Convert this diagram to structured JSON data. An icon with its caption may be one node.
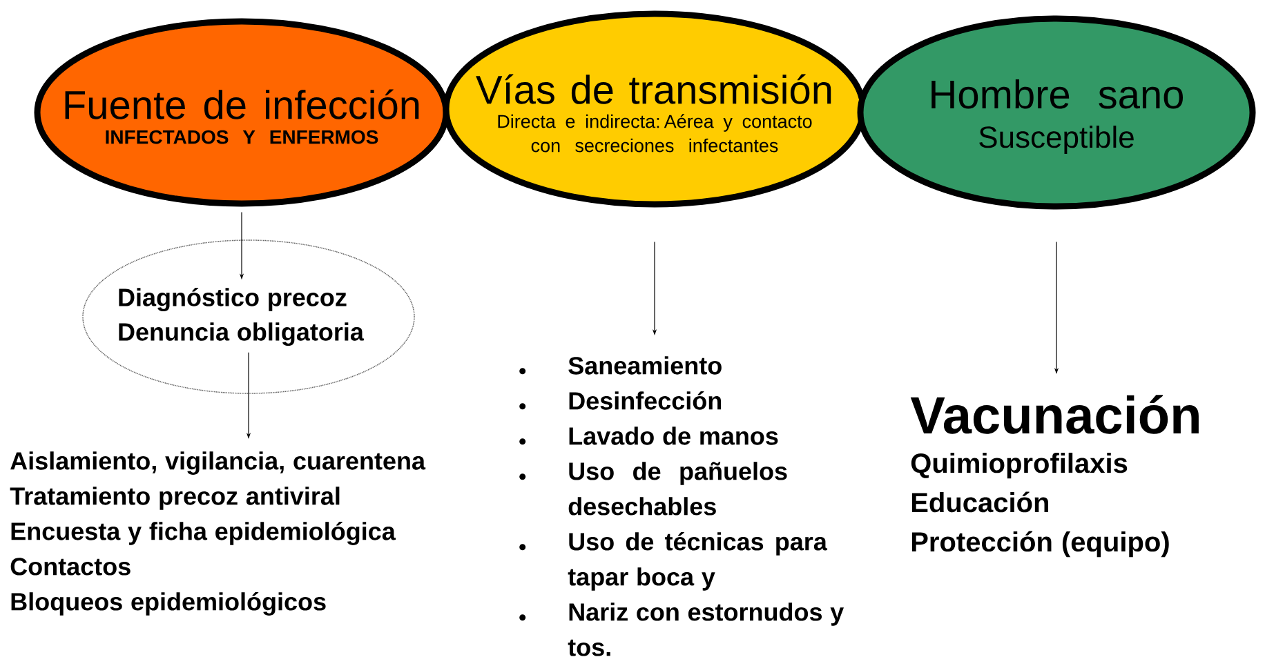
{
  "diagram": {
    "nodes": [
      {
        "text": [
          "Fuente de infección",
          "INFECTADOS Y ENFERMOS"
        ]
      },
      {
        "text": [
          "Vías de transmisión",
          "Directa e indirecta: Aérea y contacto con secreciones infectantes"
        ]
      },
      {
        "text": [
          "Hombre sano",
          "Susceptible"
        ]
      },
      {
        "text": [
          "Diagnóstico precoz",
          "Denuncia obligatoria"
        ]
      },
      {
        "text": [
          "Aislamiento, vigilancia, cuarentena",
          "Tratamiento precoz antiviral",
          "Encuesta y ficha epidemiológica",
          "Contactos",
          "Bloqueos epidemiológicos"
        ]
      },
      {
        "text": [
          "Saneamiento",
          "Desinfección",
          "Lavado de manos",
          "Uso de pañuelos desechables",
          "Uso de técnicas para tapar boca y",
          "Nariz con estornudos y tos."
        ]
      },
      {
        "text": [
          "Vacunación",
          "Quimioprofilaxis",
          "Educación",
          "Protección (equipo)"
        ]
      }
    ],
    "edges": [
      {
        "from": 0,
        "to": 3,
        "arrow": "to"
      },
      {
        "from": 3,
        "to": 4,
        "arrow": "to"
      },
      {
        "from": 1,
        "to": 5,
        "arrow": "to"
      },
      {
        "from": 2,
        "to": 6,
        "arrow": "to"
      }
    ]
  }
}
